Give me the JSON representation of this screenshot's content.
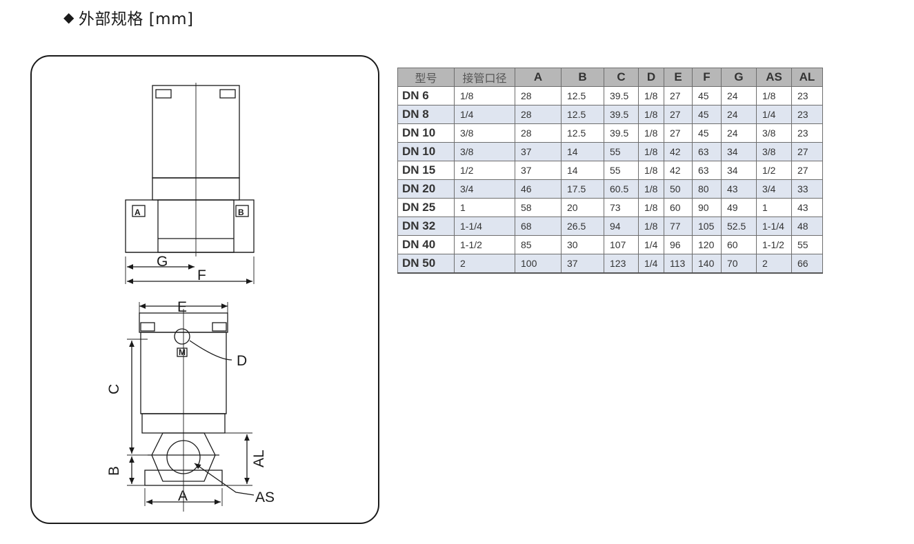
{
  "heading": {
    "text": "外部规格 [mm]"
  },
  "drawing": {
    "labels": {
      "A_top": "A",
      "B_top": "B",
      "G": "G",
      "F": "F",
      "E": "E",
      "D": "D",
      "C": "C",
      "B_side": "B",
      "AL": "AL",
      "A_side": "A",
      "AS": "AS",
      "M": "M"
    }
  },
  "table": {
    "headers": [
      "型号",
      "接管口径",
      "A",
      "B",
      "C",
      "D",
      "E",
      "F",
      "G",
      "AS",
      "AL"
    ],
    "rows": [
      [
        "DN 6",
        "1/8",
        "28",
        "12.5",
        "39.5",
        "1/8",
        "27",
        "45",
        "24",
        "1/8",
        "23"
      ],
      [
        "DN 8",
        "1/4",
        "28",
        "12.5",
        "39.5",
        "1/8",
        "27",
        "45",
        "24",
        "1/4",
        "23"
      ],
      [
        "DN 10",
        "3/8",
        "28",
        "12.5",
        "39.5",
        "1/8",
        "27",
        "45",
        "24",
        "3/8",
        "23"
      ],
      [
        "DN 10",
        "3/8",
        "37",
        "14",
        "55",
        "1/8",
        "42",
        "63",
        "34",
        "3/8",
        "27"
      ],
      [
        "DN 15",
        "1/2",
        "37",
        "14",
        "55",
        "1/8",
        "42",
        "63",
        "34",
        "1/2",
        "27"
      ],
      [
        "DN 20",
        "3/4",
        "46",
        "17.5",
        "60.5",
        "1/8",
        "50",
        "80",
        "43",
        "3/4",
        "33"
      ],
      [
        "DN 25",
        "1",
        "58",
        "20",
        "73",
        "1/8",
        "60",
        "90",
        "49",
        "1",
        "43"
      ],
      [
        "DN 32",
        "1-1/4",
        "68",
        "26.5",
        "94",
        "1/8",
        "77",
        "105",
        "52.5",
        "1-1/4",
        "48"
      ],
      [
        "DN 40",
        "1-1/2",
        "85",
        "30",
        "107",
        "1/4",
        "96",
        "120",
        "60",
        "1-1/2",
        "55"
      ],
      [
        "DN 50",
        "2",
        "100",
        "37",
        "123",
        "1/4",
        "113",
        "140",
        "70",
        "2",
        "66"
      ]
    ]
  }
}
